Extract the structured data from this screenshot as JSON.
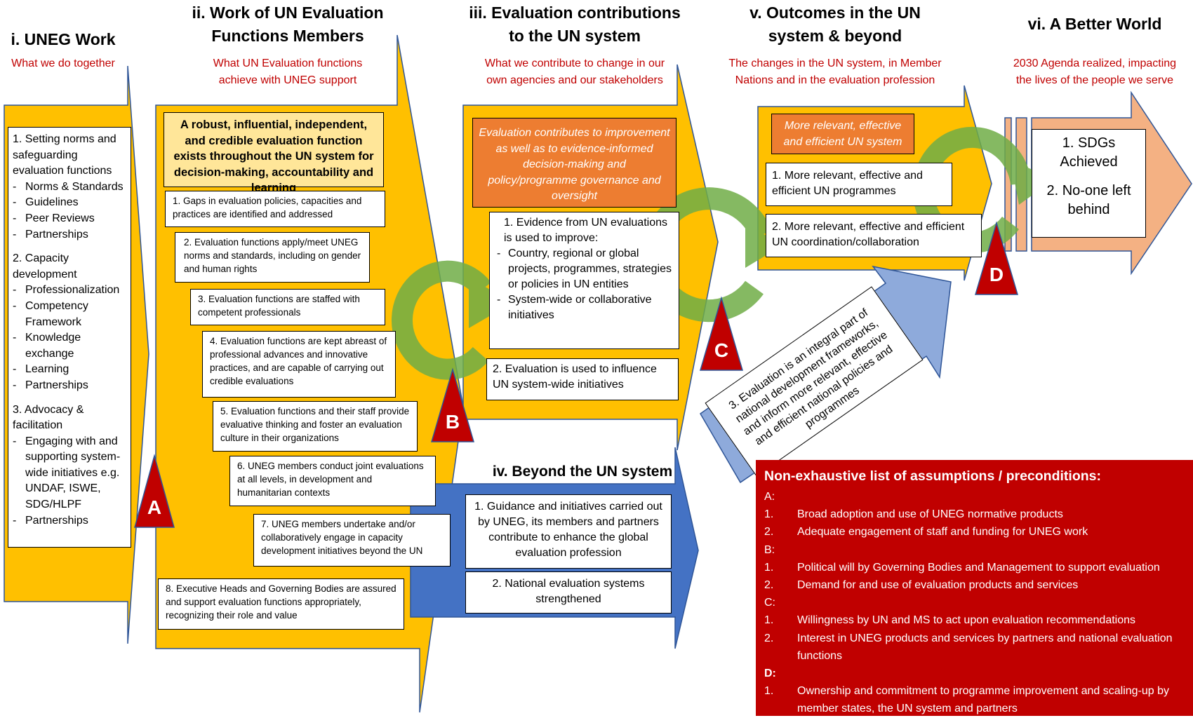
{
  "colors": {
    "yellow": "#ffc000",
    "blue": "#4472c4",
    "lightblue": "#8eaadb",
    "peach": "#f4b183",
    "green": "#70ad47",
    "orange": "#ed7d31",
    "red": "#c00000"
  },
  "columns": {
    "c1": {
      "title": "i. UNEG Work",
      "subtitle": "What we do together"
    },
    "c2": {
      "title_l1": "ii. Work of UN Evaluation",
      "title_l2": "Functions Members",
      "subtitle_l1": "What UN Evaluation functions",
      "subtitle_l2": "achieve with UNEG support"
    },
    "c3": {
      "title_l1": "iii. Evaluation contributions",
      "title_l2": "to the UN system",
      "subtitle_l1": "What we contribute to change in our",
      "subtitle_l2": "own agencies and our stakeholders"
    },
    "c4": {
      "title": "iv. Beyond the UN system"
    },
    "c5": {
      "title_l1": "v. Outcomes in the UN",
      "title_l2": "system & beyond",
      "subtitle_l1": "The changes in the UN system, in Member",
      "subtitle_l2": "Nations and in the evaluation profession"
    },
    "c6": {
      "title": "vi. A Better World",
      "subtitle_l1": "2030 Agenda realized, impacting",
      "subtitle_l2": "the lives of the people we serve"
    }
  },
  "uneg_work": {
    "s1": "1. Setting norms and safeguarding evaluation functions",
    "s1_items": [
      "Norms & Standards",
      "Guidelines",
      "Peer Reviews",
      "Partnerships"
    ],
    "s2": "2. Capacity development",
    "s2_items": [
      "Professionalization",
      "Competency Framework",
      "Knowledge exchange",
      "Learning",
      "Partnerships"
    ],
    "s3": "3. Advocacy & facilitation",
    "s3_items": [
      "Engaging with and supporting system-wide initiatives e.g. UNDAF, ISWE, SDG/HLPF",
      "Partnerships"
    ]
  },
  "members": {
    "headline": "A robust, influential, independent, and credible evaluation function exists throughout the UN system for decision-making, accountability and learning",
    "items": [
      "1. Gaps in evaluation policies, capacities and practices are identified and addressed",
      "2. Evaluation functions apply/meet UNEG norms and standards, including on gender and human rights",
      "3. Evaluation functions are staffed with competent professionals",
      "4. Evaluation functions are kept abreast of professional advances and innovative practices, and are capable of carrying out credible evaluations",
      "5. Evaluation functions and their staff provide evaluative thinking and foster an evaluation culture in their organizations",
      "6. UNEG members conduct joint evaluations at all levels, in development and humanitarian contexts",
      "7. UNEG members undertake and/or collaboratively engage in capacity development initiatives beyond the UN",
      "8. Executive Heads and Governing Bodies are assured and support evaluation functions appropriately, recognizing their role and value"
    ]
  },
  "contributions": {
    "orange": "Evaluation contributes to improvement as well as to evidence-informed decision-making and policy/programme governance and oversight",
    "e1": "1. Evidence from UN evaluations is used to improve:",
    "e1_items": [
      "Country, regional or global projects, programmes, strategies or policies in UN entities",
      "System-wide or collaborative initiatives"
    ],
    "e2": "2. Evaluation is used to influence UN system-wide initiatives"
  },
  "beyond": {
    "b1": "1. Guidance and initiatives carried out by UNEG, its members and partners contribute to enhance the global evaluation profession",
    "b2": "2. National evaluation systems strengthened"
  },
  "outcomes": {
    "orange": "More relevant, effective and efficient UN system",
    "o1": "1. More relevant, effective and efficient UN programmes",
    "o2": "2. More relevant, effective and efficient UN coordination/collaboration",
    "o3": "3. Evaluation is an integral part of national development frameworks, and inform more relevant, effective and efficient national policies and programmes"
  },
  "better_world": {
    "sdg1": "1. SDGs Achieved",
    "sdg2": "2. No-one left behind"
  },
  "markers": {
    "a": "A",
    "b": "B",
    "c": "C",
    "d": "D"
  },
  "assumptions": {
    "title": "Non-exhaustive list of assumptions / preconditions:",
    "a_label": "A:",
    "a": [
      "Broad adoption and use of UNEG normative products",
      "Adequate engagement of staff and funding for UNEG work"
    ],
    "b_label": "B:",
    "b": [
      "Political will by Governing Bodies and Management to support evaluation",
      "Demand for and use of evaluation products and services"
    ],
    "c_label": "C:",
    "c": [
      "Willingness by UN and MS to act upon evaluation recommendations",
      "Interest in UNEG products and services by partners and national evaluation functions"
    ],
    "d_label": "D:",
    "d": [
      "Ownership and commitment to programme improvement and scaling-up by member states, the UN system and partners"
    ],
    "n1": "1.",
    "n2": "2."
  }
}
